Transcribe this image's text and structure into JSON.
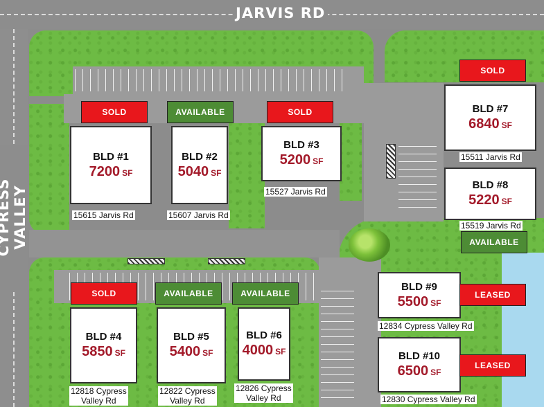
{
  "roads": {
    "top": "JARVIS RD",
    "left": "CYPRESS VALLEY"
  },
  "buildings": [
    {
      "id": "bld1",
      "name": "BLD #1",
      "size": "7200",
      "unit": "SF",
      "address": "15615 Jarvis Rd",
      "status": "SOLD"
    },
    {
      "id": "bld2",
      "name": "BLD #2",
      "size": "5040",
      "unit": "SF",
      "address": "15607 Jarvis Rd",
      "status": "AVAILABLE"
    },
    {
      "id": "bld3",
      "name": "BLD #3",
      "size": "5200",
      "unit": "SF",
      "address": "15527 Jarvis Rd",
      "status": "SOLD"
    },
    {
      "id": "bld4",
      "name": "BLD #4",
      "size": "5850",
      "unit": "SF",
      "address_line1": "12818 Cypress",
      "address_line2": "Valley Rd",
      "status": "SOLD"
    },
    {
      "id": "bld5",
      "name": "BLD #5",
      "size": "5400",
      "unit": "SF",
      "address_line1": "12822 Cypress",
      "address_line2": "Valley Rd",
      "status": "AVAILABLE"
    },
    {
      "id": "bld6",
      "name": "BLD #6",
      "size": "4000",
      "unit": "SF",
      "address_line1": "12826 Cypress",
      "address_line2": "Valley Rd",
      "status": "AVAILABLE"
    },
    {
      "id": "bld7",
      "name": "BLD #7",
      "size": "6840",
      "unit": "SF",
      "address": "15511 Jarvis Rd",
      "status": "SOLD"
    },
    {
      "id": "bld8",
      "name": "BLD #8",
      "size": "5220",
      "unit": "SF",
      "address": "15519 Jarvis Rd",
      "status": "AVAILABLE"
    },
    {
      "id": "bld9",
      "name": "BLD #9",
      "size": "5500",
      "unit": "SF",
      "address": "12834 Cypress Valley Rd",
      "status": "LEASED"
    },
    {
      "id": "bld10",
      "name": "BLD #10",
      "size": "6500",
      "unit": "SF",
      "address": "12830 Cypress Valley Rd",
      "status": "LEASED"
    }
  ],
  "colors": {
    "sold": "#e8171c",
    "available": "#4d8c35",
    "leased": "#e8171c",
    "sf_text": "#a31a2a",
    "grass": "#6dbb44",
    "road": "#8e8e8e",
    "water": "#a9d9ef"
  }
}
